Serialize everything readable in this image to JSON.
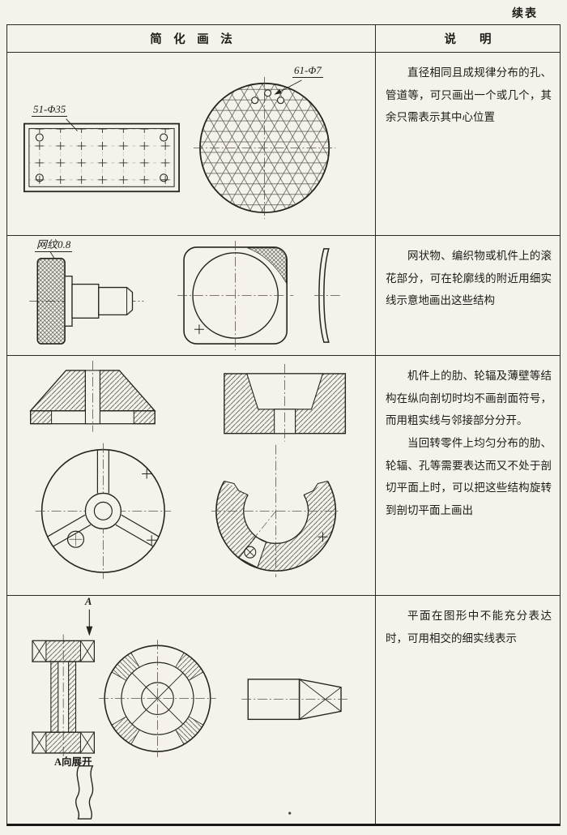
{
  "page": {
    "continued": "续表"
  },
  "header": {
    "left": "简　化　画　法",
    "right": "说　　明"
  },
  "rows": {
    "r1": {
      "label_rect": "51-Φ35",
      "label_circle": "61-Φ7",
      "explanation": [
        "直径相同且成规律分布的孔、管道等，可只画出一个或几个，其余只需表示其中心位置"
      ]
    },
    "r2": {
      "label_knurl": "网纹0.8",
      "explanation": [
        "网状物、编织物或机件上的滚花部分，可在轮廓线的附近用细实线示意地画出这些结构"
      ]
    },
    "r3": {
      "explanation": [
        "机件上的肋、轮辐及薄壁等结构在纵向剖切时均不画剖面符号，而用粗实线与邻接部分分开。",
        "当回转零件上均匀分布的肋、轮辐、孔等需要表达而又不处于剖切平面上时，可以把这些结构旋转到剖切平面上画出"
      ]
    },
    "r4": {
      "label_view_arrow": "A",
      "label_developed": "A向展开",
      "explanation": [
        "平面在图形中不能充分表达时，可用相交的细实线表示"
      ]
    }
  }
}
